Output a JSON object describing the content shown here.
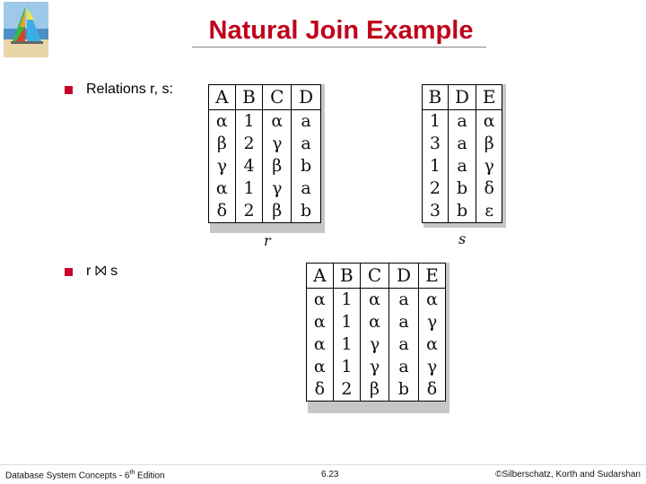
{
  "slide": {
    "title": "Natural Join Example",
    "bullets": [
      "Relations r, s:",
      "r ⨝ s"
    ]
  },
  "relation_r": {
    "name": "r",
    "headers": [
      "A",
      "B",
      "C",
      "D"
    ],
    "rows": [
      [
        "α",
        "1",
        "α",
        "a"
      ],
      [
        "β",
        "2",
        "γ",
        "a"
      ],
      [
        "γ",
        "4",
        "β",
        "b"
      ],
      [
        "α",
        "1",
        "γ",
        "a"
      ],
      [
        "δ",
        "2",
        "β",
        "b"
      ]
    ]
  },
  "relation_s": {
    "name": "s",
    "headers": [
      "B",
      "D",
      "E"
    ],
    "rows": [
      [
        "1",
        "a",
        "α"
      ],
      [
        "3",
        "a",
        "β"
      ],
      [
        "1",
        "a",
        "γ"
      ],
      [
        "2",
        "b",
        "δ"
      ],
      [
        "3",
        "b",
        "ε"
      ]
    ]
  },
  "relation_join": {
    "headers": [
      "A",
      "B",
      "C",
      "D",
      "E"
    ],
    "rows": [
      [
        "α",
        "1",
        "α",
        "a",
        "α"
      ],
      [
        "α",
        "1",
        "α",
        "a",
        "γ"
      ],
      [
        "α",
        "1",
        "γ",
        "a",
        "α"
      ],
      [
        "α",
        "1",
        "γ",
        "a",
        "γ"
      ],
      [
        "δ",
        "2",
        "β",
        "b",
        "δ"
      ]
    ]
  },
  "footer": {
    "left_prefix": "Database System Concepts - 6",
    "left_sup": "th",
    "left_suffix": " Edition",
    "center": "6.23",
    "right": "©Silberschatz, Korth and Sudarshan"
  },
  "colors": {
    "title": "#c0001a",
    "bullet": "#c8002a",
    "table_shadow": "#c6c6c6"
  }
}
